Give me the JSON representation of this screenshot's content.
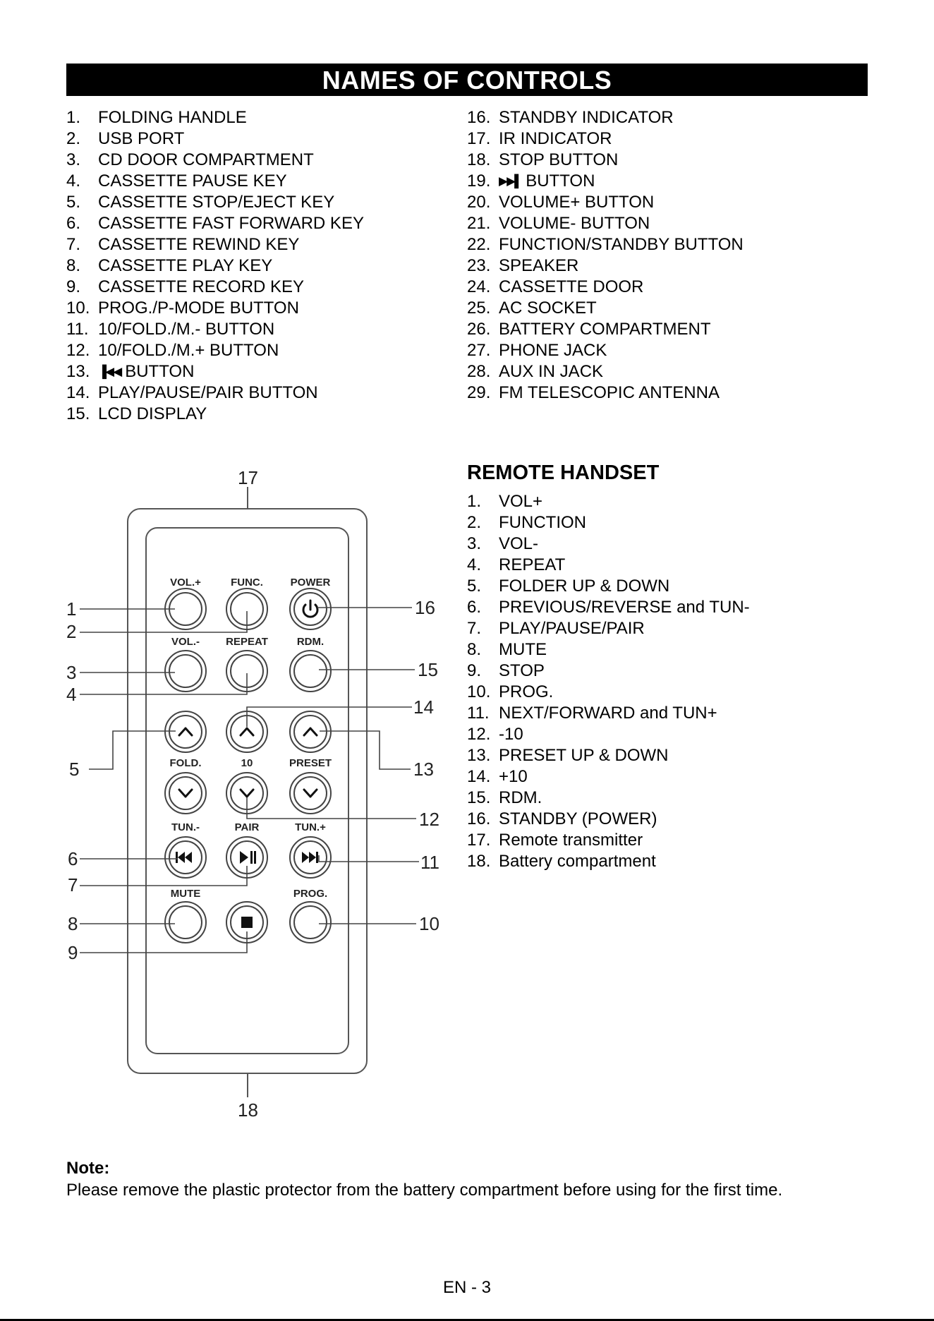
{
  "header": {
    "title": "NAMES OF CONTROLS"
  },
  "controls_left": [
    {
      "num": "1.",
      "label": "FOLDING HANDLE"
    },
    {
      "num": "2.",
      "label": "USB PORT"
    },
    {
      "num": "3.",
      "label": "CD DOOR COMPARTMENT"
    },
    {
      "num": "4.",
      "label": "CASSETTE PAUSE KEY"
    },
    {
      "num": "5.",
      "label": "CASSETTE STOP/EJECT KEY"
    },
    {
      "num": "6.",
      "label": "CASSETTE FAST FORWARD KEY"
    },
    {
      "num": "7.",
      "label": "CASSETTE REWIND KEY"
    },
    {
      "num": "8.",
      "label": "CASSETTE PLAY KEY"
    },
    {
      "num": "9.",
      "label": "CASSETTE RECORD KEY"
    },
    {
      "num": "10.",
      "label": "PROG./P-MODE BUTTON"
    },
    {
      "num": "11.",
      "label": "10/FOLD./M.- BUTTON"
    },
    {
      "num": "12.",
      "label": "10/FOLD./M.+ BUTTON"
    },
    {
      "num": "13.",
      "label": "BUTTON",
      "glyph": "▐◀◀"
    },
    {
      "num": "14.",
      "label": "PLAY/PAUSE/PAIR BUTTON"
    },
    {
      "num": "15.",
      "label": "LCD DISPLAY"
    }
  ],
  "controls_right": [
    {
      "num": "16.",
      "label": "STANDBY INDICATOR"
    },
    {
      "num": "17.",
      "label": "IR INDICATOR"
    },
    {
      "num": "18.",
      "label": "STOP BUTTON"
    },
    {
      "num": "19.",
      "label": "BUTTON",
      "glyph": "▶▶▌"
    },
    {
      "num": "20.",
      "label": "VOLUME+ BUTTON"
    },
    {
      "num": "21.",
      "label": "VOLUME- BUTTON"
    },
    {
      "num": "22.",
      "label": "FUNCTION/STANDBY BUTTON"
    },
    {
      "num": "23.",
      "label": "SPEAKER"
    },
    {
      "num": "24.",
      "label": "CASSETTE DOOR"
    },
    {
      "num": "25.",
      "label": "AC SOCKET"
    },
    {
      "num": "26.",
      "label": "BATTERY COMPARTMENT"
    },
    {
      "num": "27.",
      "label": "PHONE JACK"
    },
    {
      "num": "28.",
      "label": "AUX IN JACK"
    },
    {
      "num": "29.",
      "label": "FM TELESCOPIC ANTENNA"
    }
  ],
  "remote": {
    "title": "REMOTE HANDSET",
    "items": [
      {
        "num": "1.",
        "label": "VOL+"
      },
      {
        "num": "2.",
        "label": "FUNCTION"
      },
      {
        "num": "3.",
        "label": "VOL-"
      },
      {
        "num": "4.",
        "label": "REPEAT"
      },
      {
        "num": "5.",
        "label": "FOLDER UP & DOWN"
      },
      {
        "num": "6.",
        "label": "PREVIOUS/REVERSE and TUN-"
      },
      {
        "num": "7.",
        "label": "PLAY/PAUSE/PAIR"
      },
      {
        "num": "8.",
        "label": "MUTE"
      },
      {
        "num": "9.",
        "label": "STOP"
      },
      {
        "num": "10.",
        "label": "PROG."
      },
      {
        "num": "11.",
        "label": "NEXT/FORWARD and TUN+"
      },
      {
        "num": "12.",
        "label": "-10"
      },
      {
        "num": "13.",
        "label": "PRESET UP & DOWN"
      },
      {
        "num": "14.",
        "label": "+10"
      },
      {
        "num": "15.",
        "label": "RDM."
      },
      {
        "num": "16.",
        "label": "STANDBY (POWER)"
      },
      {
        "num": "17.",
        "label": "Remote transmitter"
      },
      {
        "num": "18.",
        "label": "Battery compartment"
      }
    ],
    "button_labels": {
      "vol_plus": "VOL.+",
      "func": "FUNC.",
      "power": "POWER",
      "vol_minus": "VOL.-",
      "repeat": "REPEAT",
      "rdm": "RDM.",
      "fold": "FOLD.",
      "ten": "10",
      "preset": "PRESET",
      "tun_minus": "TUN.-",
      "pair": "PAIR",
      "tun_plus": "TUN.+",
      "mute": "MUTE",
      "prog": "PROG."
    },
    "callouts": {
      "c1": "1",
      "c2": "2",
      "c3": "3",
      "c4": "4",
      "c5": "5",
      "c6": "6",
      "c7": "7",
      "c8": "8",
      "c9": "9",
      "c10": "10",
      "c11": "11",
      "c12": "12",
      "c13": "13",
      "c14": "14",
      "c15": "15",
      "c16": "16",
      "c17": "17",
      "c18": "18"
    }
  },
  "note": {
    "label": "Note:",
    "text": "Please remove the plastic protector from the battery compartment before using for the first time."
  },
  "footer": {
    "page": "EN - 3"
  }
}
